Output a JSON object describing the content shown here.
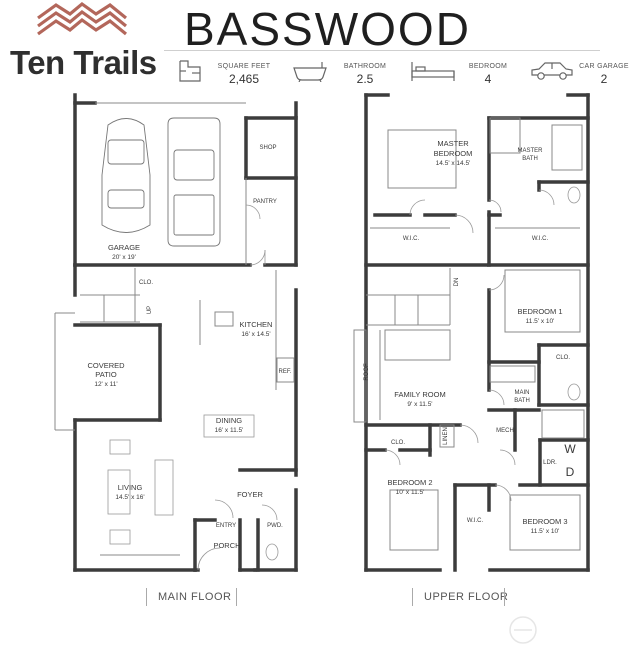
{
  "brand": {
    "name": "Ten Trails"
  },
  "model": {
    "name": "BASSWOOD"
  },
  "stats": [
    {
      "label": "SQUARE FEET",
      "value": "2,465",
      "icon": "floorplan-icon"
    },
    {
      "label": "BATHROOM",
      "value": "2.5",
      "icon": "bathtub-icon"
    },
    {
      "label": "BEDROOM",
      "value": "4",
      "icon": "bed-icon"
    },
    {
      "label": "CAR GARAGE",
      "value": "2",
      "icon": "car-icon"
    }
  ],
  "main_floor": {
    "label": "MAIN FLOOR",
    "rooms": {
      "garage": {
        "name": "GARAGE",
        "dims": "20' x 19'"
      },
      "shop": {
        "name": "SHOP"
      },
      "pantry": {
        "name": "PANTRY"
      },
      "closet": {
        "name": "CLO."
      },
      "stairs": {
        "name": "UP"
      },
      "kitchen": {
        "name": "KITCHEN",
        "dims": "16' x 14.5'"
      },
      "covered_patio": {
        "name_line1": "COVERED",
        "name_line2": "PATIO",
        "dims": "12' x 11'"
      },
      "refrigerator": {
        "name": "REF."
      },
      "dining": {
        "name": "DINING",
        "dims": "16' x 11.5'"
      },
      "living": {
        "name": "LIVING",
        "dims": "14.5' x 16'"
      },
      "foyer": {
        "name": "FOYER"
      },
      "entry": {
        "name": "ENTRY"
      },
      "powder": {
        "name": "PWD."
      },
      "porch": {
        "name": "PORCH"
      }
    }
  },
  "upper_floor": {
    "label": "UPPER FLOOR",
    "rooms": {
      "master_bedroom": {
        "name_line1": "MASTER",
        "name_line2": "BEDROOM",
        "dims": "14.5' x 14.5'"
      },
      "master_bath": {
        "name_line1": "MASTER",
        "name_line2": "BATH"
      },
      "wic_master": {
        "name": "W.I.C."
      },
      "wic_bed1": {
        "name": "W.I.C."
      },
      "stairs": {
        "name": "DN"
      },
      "bedroom1": {
        "name": "BEDROOM 1",
        "dims": "11.5' x 10'"
      },
      "closet_bed1": {
        "name": "CLO."
      },
      "roof": {
        "name": "ROOF"
      },
      "main_bath": {
        "name_line1": "MAIN",
        "name_line2": "BATH"
      },
      "family_room": {
        "name": "FAMILY ROOM",
        "dims": "9' x 11.5'"
      },
      "closet_bed2": {
        "name": "CLO."
      },
      "linen": {
        "name": "LINEN"
      },
      "mech": {
        "name": "MECH"
      },
      "washer": {
        "name": "W"
      },
      "laundry": {
        "name": "LDR."
      },
      "dryer": {
        "name": "D"
      },
      "bedroom2": {
        "name": "BEDROOM 2",
        "dims": "10' x 11.5'"
      },
      "wic_bed3": {
        "name": "W.I.C."
      },
      "bedroom3": {
        "name": "BEDROOM 3",
        "dims": "11.5' x 10'"
      }
    }
  }
}
